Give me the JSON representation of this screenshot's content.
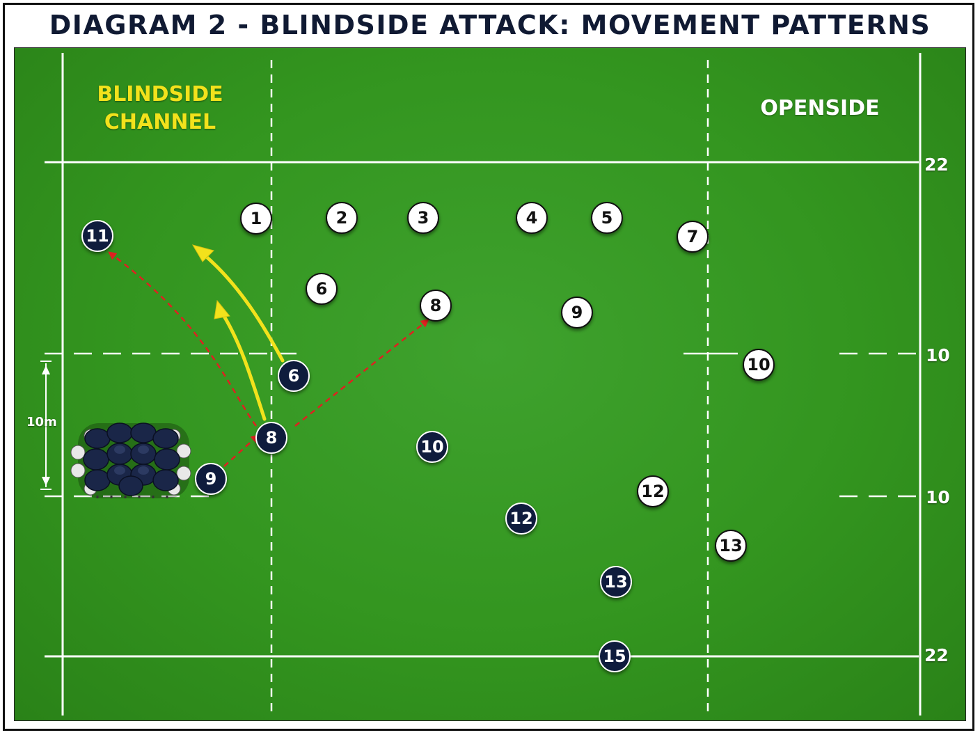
{
  "title": "DIAGRAM 2 - BLINDSIDE ATTACK: MOVEMENT PATTERNS",
  "zones": {
    "blindside": [
      "BLINDSIDE",
      "CHANNEL"
    ],
    "openside": "OPENSIDE"
  },
  "field_markings": {
    "line_22_top": "22",
    "line_10_upper": "10",
    "line_10_lower": "10",
    "line_22_bottom": "22",
    "scrum_gap": "10m"
  },
  "colors": {
    "pitch": "#33951f",
    "attack": "#0f1c3d",
    "defence": "#ffffff",
    "support_run": "#f2e21c",
    "pass": "#e02020",
    "title": "#101a33"
  },
  "players": {
    "defence": [
      "1",
      "2",
      "3",
      "4",
      "5",
      "6",
      "7",
      "8",
      "9",
      "10",
      "12",
      "13"
    ],
    "attack": [
      "6",
      "8",
      "9",
      "10",
      "11",
      "12",
      "13",
      "15"
    ]
  },
  "legend_semantics": {
    "yellow_arrows": "support-run",
    "red_dashed_arrows": "pass"
  }
}
